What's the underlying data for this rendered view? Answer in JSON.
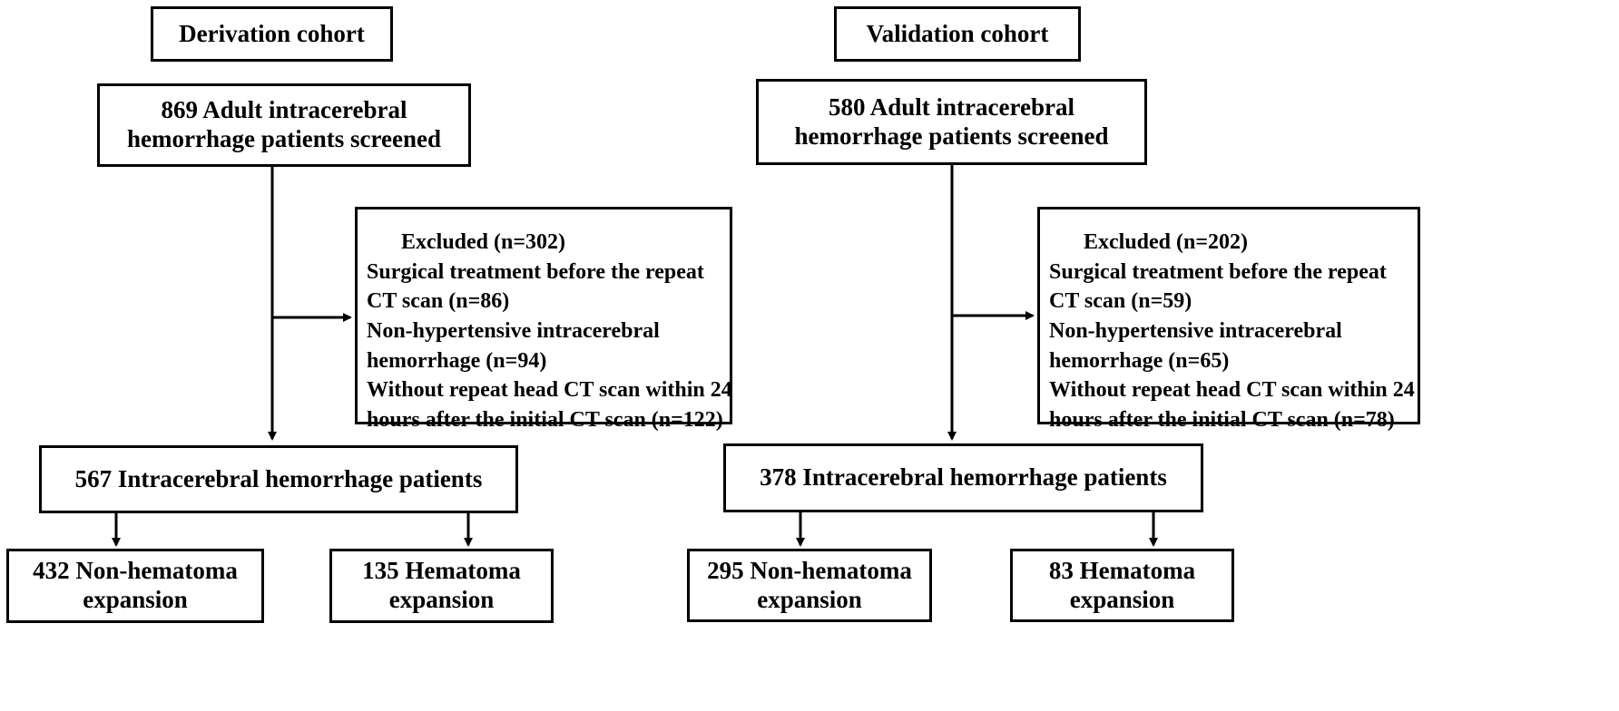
{
  "derivation": {
    "cohort_label": "Derivation cohort",
    "screened": [
      "869 Adult intracerebral",
      "hemorrhage patients screened"
    ],
    "excluded": [
      "Excluded (n=302)",
      "Surgical treatment before the repeat",
      "CT scan (n=86)",
      "Non-hypertensive intracerebral",
      "hemorrhage (n=94)",
      "Without repeat head CT scan within 24",
      "hours after the initial CT scan (n=122)"
    ],
    "included": "567 Intracerebral hemorrhage patients",
    "non_expansion": [
      "432 Non-hematoma",
      "expansion"
    ],
    "expansion": [
      "135 Hematoma",
      "expansion"
    ]
  },
  "validation": {
    "cohort_label": "Validation cohort",
    "screened": [
      "580 Adult intracerebral",
      "hemorrhage patients screened"
    ],
    "excluded": [
      "Excluded (n=202)",
      "Surgical treatment before the repeat",
      "CT scan (n=59)",
      "Non-hypertensive intracerebral",
      "hemorrhage (n=65)",
      "Without repeat head CT scan within 24",
      "hours after the initial CT scan (n=78)"
    ],
    "included": "378 Intracerebral hemorrhage patients",
    "non_expansion": [
      "295 Non-hematoma",
      "expansion"
    ],
    "expansion": [
      "83 Hematoma",
      "expansion"
    ]
  }
}
